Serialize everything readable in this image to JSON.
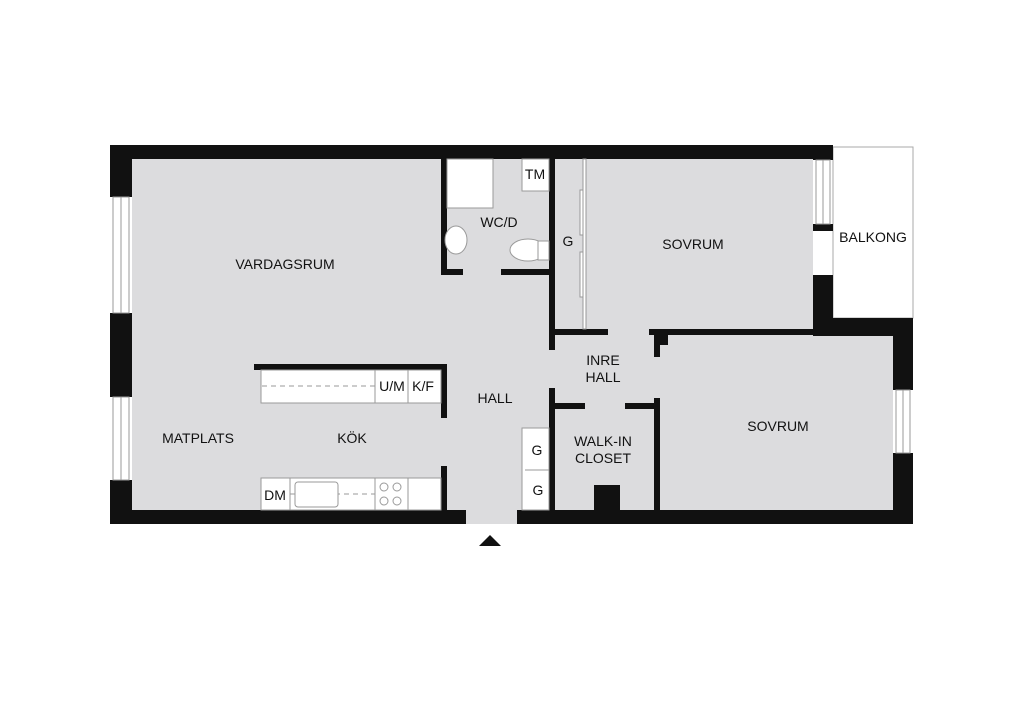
{
  "rooms": {
    "living_room": "VARDAGSRUM",
    "bathroom": "WC/D",
    "washing_machine": "TM",
    "wardrobe_bedroom1": "G",
    "bedroom1": "SOVRUM",
    "balcony": "BALKONG",
    "inner_hall_line1": "INRE",
    "inner_hall_line2": "HALL",
    "hall": "HALL",
    "bedroom2": "SOVRUM",
    "walk_in_line1": "WALK-IN",
    "walk_in_line2": "CLOSET",
    "dining": "MATPLATS",
    "kitchen": "KÖK",
    "microwave_oven": "U/M",
    "fridge_freezer": "K/F",
    "dishwasher": "DM",
    "hall_wardrobe_1": "G",
    "hall_wardrobe_2": "G"
  },
  "colors": {
    "floor": "#dcdcde",
    "wall": "#111111"
  }
}
